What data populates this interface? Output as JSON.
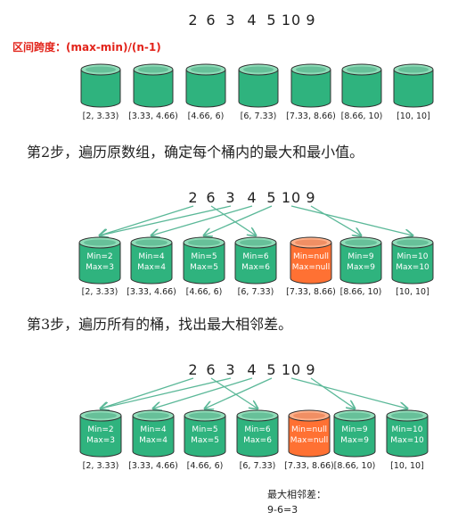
{
  "colors": {
    "bucket_green": "#2fb37e",
    "bucket_green_top": "#8fdcb8",
    "bucket_green_dark": "#1d8c5e",
    "bucket_orange": "#ff7133",
    "bucket_orange_top": "#ffb08a",
    "bucket_orange_dark": "#d4521c",
    "arrow": "#5bb898",
    "formula_red": "#e2231a",
    "highlight_yellow": "#ffe24a",
    "outline": "#333333"
  },
  "sequence": [
    "2",
    "6",
    "3",
    "4",
    "5",
    "10",
    "9"
  ],
  "formula": "区间跨度：(max-min)/(n-1)",
  "ranges": [
    "[2, 3.33)",
    "[3.33, 4.66)",
    "[4.66, 6)",
    "[6, 7.33)",
    "[7.33, 8.66)",
    "[8.66, 10)",
    "[10, 10]"
  ],
  "step2": {
    "text": "第2步，遍历原数组，确定每个桶内的最大和最小值。",
    "buckets": [
      {
        "min": "Min=2",
        "max": "Max=3",
        "empty": false
      },
      {
        "min": "Min=4",
        "max": "Max=4",
        "empty": false
      },
      {
        "min": "Min=5",
        "max": "Max=5",
        "empty": false
      },
      {
        "min": "Min=6",
        "max": "Max=6",
        "empty": false
      },
      {
        "min": "Min=null",
        "max": "Max=null",
        "empty": true
      },
      {
        "min": "Min=9",
        "max": "Max=9",
        "empty": false
      },
      {
        "min": "Min=10",
        "max": "Max=10",
        "empty": false
      }
    ],
    "arrows": [
      [
        0,
        0
      ],
      [
        1,
        3
      ],
      [
        2,
        0
      ],
      [
        3,
        1
      ],
      [
        4,
        2
      ],
      [
        5,
        6
      ],
      [
        6,
        5
      ]
    ]
  },
  "step3": {
    "text": "第3步，遍历所有的桶，找出最大相邻差。",
    "buckets": [
      {
        "min": "Min=2",
        "max": "Max=3",
        "empty": false
      },
      {
        "min": "Min=4",
        "max": "Max=4",
        "empty": false
      },
      {
        "min": "Min=5",
        "max": "Max=5",
        "empty": false
      },
      {
        "min": "Min=6",
        "max": "Max=6",
        "empty": false,
        "highlight_max": true
      },
      {
        "min": "Min=null",
        "max": "Max=null",
        "empty": true
      },
      {
        "min": "Min=9",
        "max": "Max=9",
        "empty": false,
        "highlight_min": true
      },
      {
        "min": "Min=10",
        "max": "Max=10",
        "empty": false
      }
    ],
    "arrows": [
      [
        0,
        0
      ],
      [
        1,
        3
      ],
      [
        2,
        0
      ],
      [
        3,
        1
      ],
      [
        4,
        2
      ],
      [
        5,
        6
      ],
      [
        6,
        5
      ]
    ],
    "answer_label": "最大相邻差：",
    "answer_value": "9-6=3"
  }
}
